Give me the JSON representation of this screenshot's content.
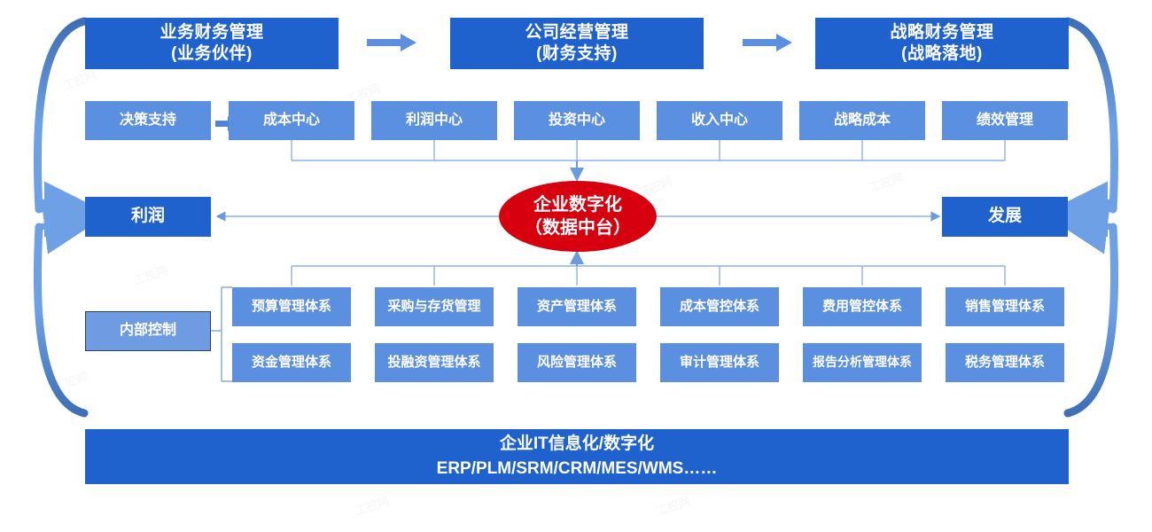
{
  "diagram": {
    "title_top_row": [
      {
        "label": "业务财务管理\n(业务伙伴)",
        "name": "business-finance-management"
      },
      {
        "label": "公司经营管理\n(财务支持)",
        "name": "corporate-operations-management"
      },
      {
        "label": "战略财务管理\n(战略落地)",
        "name": "strategic-finance-management"
      }
    ],
    "center_row": [
      {
        "label": "决策支持",
        "name": "decision-support"
      },
      {
        "label": "成本中心",
        "name": "cost-center"
      },
      {
        "label": "利润中心",
        "name": "profit-center"
      },
      {
        "label": "投资中心",
        "name": "investment-center"
      },
      {
        "label": "收入中心",
        "name": "revenue-center"
      },
      {
        "label": "战略成本",
        "name": "strategic-cost"
      },
      {
        "label": "绩效管理",
        "name": "performance-management"
      }
    ],
    "core": {
      "label": "企业数字化\n（数据中台）",
      "name": "enterprise-digitalization-core"
    },
    "left_outcome": {
      "label": "利润",
      "name": "profit-outcome"
    },
    "right_outcome": {
      "label": "发展",
      "name": "development-outcome"
    },
    "internal_control": {
      "label": "内部控制",
      "name": "internal-control"
    },
    "systems_row_1": [
      {
        "label": "预算管理体系",
        "name": "budget-management-system"
      },
      {
        "label": "采购与存货管理",
        "name": "procurement-inventory-management"
      },
      {
        "label": "资产管理体系",
        "name": "asset-management-system"
      },
      {
        "label": "成本管控体系",
        "name": "cost-control-system"
      },
      {
        "label": "费用管控体系",
        "name": "expense-control-system"
      },
      {
        "label": "销售管理体系",
        "name": "sales-management-system"
      }
    ],
    "systems_row_2": [
      {
        "label": "资金管理体系",
        "name": "fund-management-system"
      },
      {
        "label": "投融资管理体系",
        "name": "investment-financing-management-system"
      },
      {
        "label": "风险管理体系",
        "name": "risk-management-system"
      },
      {
        "label": "审计管理体系",
        "name": "audit-management-system"
      },
      {
        "label": "报告分析管理体系",
        "name": "report-analysis-management-system"
      },
      {
        "label": "税务管理体系",
        "name": "tax-management-system"
      }
    ],
    "bottom_band": {
      "line1": "企业IT信息化/数字化",
      "line2": "ERP/PLM/SRM/CRM/MES/WMS……",
      "name": "it-digitalization-foundation"
    },
    "colors": {
      "dark_blue": "#1F62CE",
      "mid_blue": "#5B8FE0",
      "light_blue": "#6E9BE2",
      "red": "#D6000F",
      "connector_blue": "#6A9BE0",
      "arc_blue": "#3E6FB5",
      "white": "#FFFFFF"
    },
    "watermark": "工控网"
  }
}
